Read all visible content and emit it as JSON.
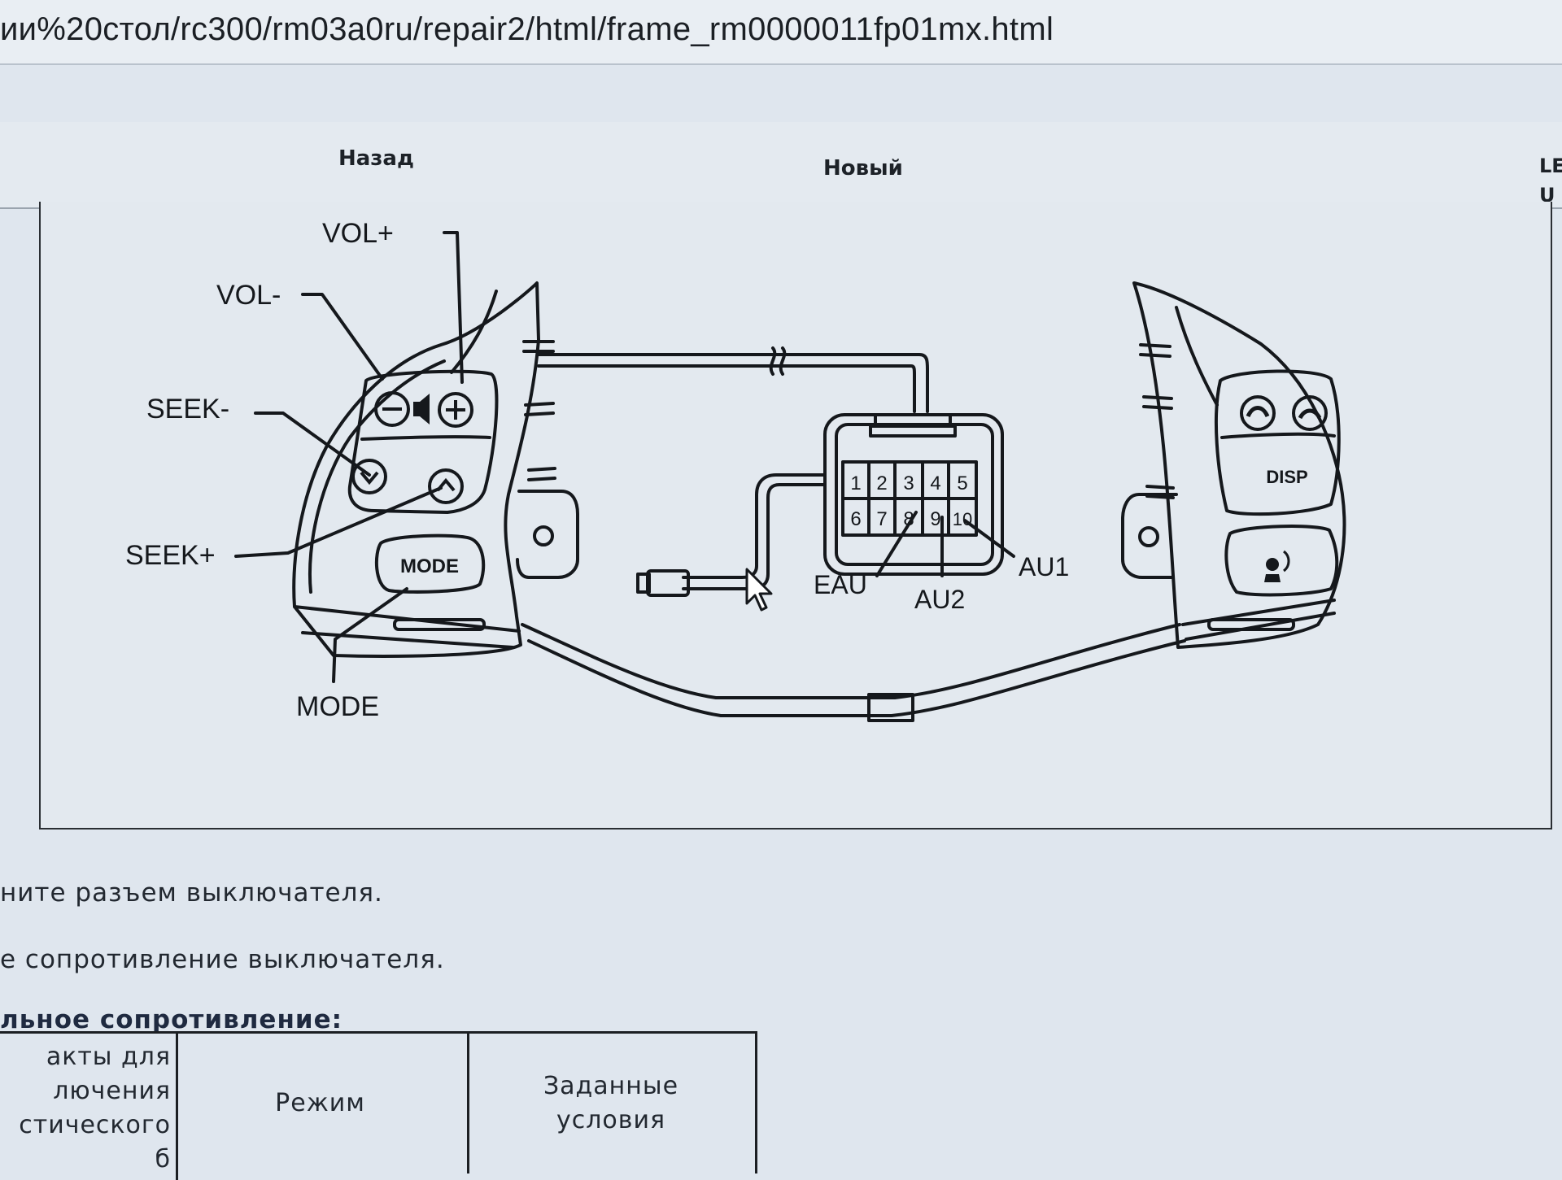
{
  "browser": {
    "url": "ии%20стол/rc300/rm03a0ru/repair2/html/frame_rm0000011fp01mx.html"
  },
  "nav": {
    "back": "Назад",
    "new": "Новый",
    "edge_top": "LE",
    "edge_bottom": "U"
  },
  "diagram": {
    "callouts": {
      "vol_plus": "VOL+",
      "vol_minus": "VOL-",
      "seek_minus": "SEEK-",
      "seek_plus": "SEEK+",
      "mode": "MODE"
    },
    "button_labels": {
      "mode": "MODE",
      "disp": "DISP"
    },
    "connector": {
      "pins_top": [
        "1",
        "2",
        "3",
        "4",
        "5"
      ],
      "pins_bottom": [
        "6",
        "7",
        "8",
        "9",
        "10"
      ],
      "labels": {
        "eau": "EAU",
        "au2": "AU2",
        "au1": "AU1"
      }
    }
  },
  "body": {
    "step1": "ните разъем выключателя.",
    "step2": "е сопротивление выключателя.",
    "heading": "льное сопротивление:"
  },
  "table": {
    "headers": [
      {
        "lines": [
          "акты для",
          "лючения",
          "стического",
          "б"
        ]
      },
      {
        "lines": [
          "Режим"
        ]
      },
      {
        "lines": [
          "Заданные",
          "условия"
        ]
      }
    ]
  }
}
